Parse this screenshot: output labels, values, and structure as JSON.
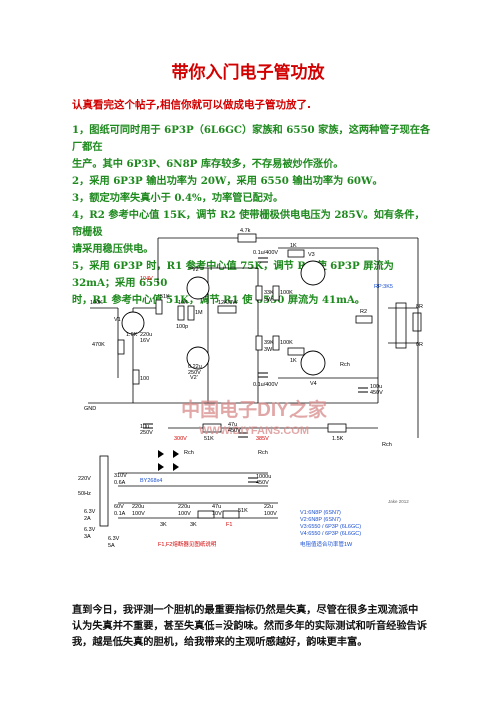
{
  "title": "带你入门电子管功放",
  "subtitle": "认真看完这个帖子,相信你就可以做成电子管功放了.",
  "notes": [
    "1，图纸可同时用于 6P3P（6L6GC）家族和 6550 家族，这两种管子现在各厂都在",
    "生产。其中 6P3P、6N8P 库存较多，不存易被炒作涨价。",
    "2，采用 6P3P 输出功率为 20W，采用 6550 输出功率为 60W。",
    "3，额定功率失真小于 0.4%，功率管已配对。",
    "4，R2 参考中心值 15K，调节 R2 使带栅极供电电压为 285V。如有条件，帘栅极",
    "请采用稳压供电。",
    "5，采用 6P3P 时，R1 参考中心值 75K，调节 R1 使 6P3P 屏流为 32mA；采用 6550",
    "时，R1 参考中心值 51K，调节 R1 使 6550 屏流为 41mA。"
  ],
  "schematic": {
    "tubes": [
      "V1",
      "V2",
      "V2'",
      "V3",
      "V4"
    ],
    "labels": {
      "r47k": "4.7k",
      "v104": "104V",
      "r51k": "51K",
      "r10k": "10K",
      "r1m": "1M",
      "c100p": "100p",
      "r12k": "12K/3W",
      "c01a": "0.1u/400V",
      "c01b": "0.1u/400V",
      "r1ka": "1K",
      "r1kb": "1K",
      "r33k": "33K",
      "r33kw": "3W",
      "r39k": "39K",
      "r39kw": "3W",
      "r100ka": "100K",
      "r100kb": "100K",
      "rp": "RP:3K5",
      "r2": "R2",
      "spk8": "8R",
      "spk0": "0R",
      "pot": "100K",
      "r470k": "470K",
      "r18k": "1.6K",
      "c220": "220u",
      "c220v": "16V",
      "c022": "0.22u",
      "c022v": "250V",
      "r100": "100",
      "rfch1": "Rch",
      "c100u": "100u",
      "c100uv": "450V",
      "gnd": "GND",
      "c10u": "10u",
      "c10uv": "250V",
      "c47u": "47u",
      "c47uv": "450V",
      "v300": "300V",
      "r51k2": "51K",
      "v385": "385V",
      "r15k": "1.5K",
      "rfch2": "Rch",
      "rfch3": "Rch",
      "rfch4": "Rch",
      "v220": "220V",
      "v50": "50Hz",
      "t310": "310V",
      "t06": "0.6A",
      "bridge": "BY268x4",
      "c1000": "1000u",
      "c1000v": "450V",
      "t60": "60V",
      "t01": "0.1A",
      "c220b": "220u",
      "c220bv": "100V",
      "c220c": "220u",
      "c220cv": "100V",
      "c47b": "47u",
      "c47bv": "10V",
      "r51k3": "51K",
      "c22u": "22u",
      "c22uv": "100V",
      "r3ka": "3K",
      "r3kb": "3K",
      "f1": "F1",
      "t63a": "6.3V",
      "t2a": "2A",
      "t63b": "6.3V",
      "t3a": "3A",
      "t63c": "6.3V",
      "t5a": "5A",
      "fuse_note": "F1,F2熔断器见图纸说明",
      "legend1": "V1:6N8P (6SN7)",
      "legend2": "V2:6N8P (6SN7)",
      "legend3": "V3:6550 / 6P3P (6L6GC)",
      "legend4": "V4:6550 / 6P3P (6L6GC)",
      "plate_note": "电阻值适合功率管1W",
      "sig": "Jake 2012"
    },
    "watermark_cn": "中国电子DIY之家",
    "watermark_url": "WWW.DIYFANS.COM"
  },
  "footer": [
    "直到今日，我评测一个胆机的最重要指标仍然是失真，尽管在很多主观流派中",
    "认为失真并不重要，甚至失真低=没韵味。然而多年的实际测试和听音经验告诉",
    "我，越是低失真的胆机，给我带来的主观听感越好，韵味更丰富。"
  ],
  "colors": {
    "title": "#d20000",
    "notes": "#1e8a1e",
    "voltage": "#d20000",
    "wire": "#000000"
  }
}
